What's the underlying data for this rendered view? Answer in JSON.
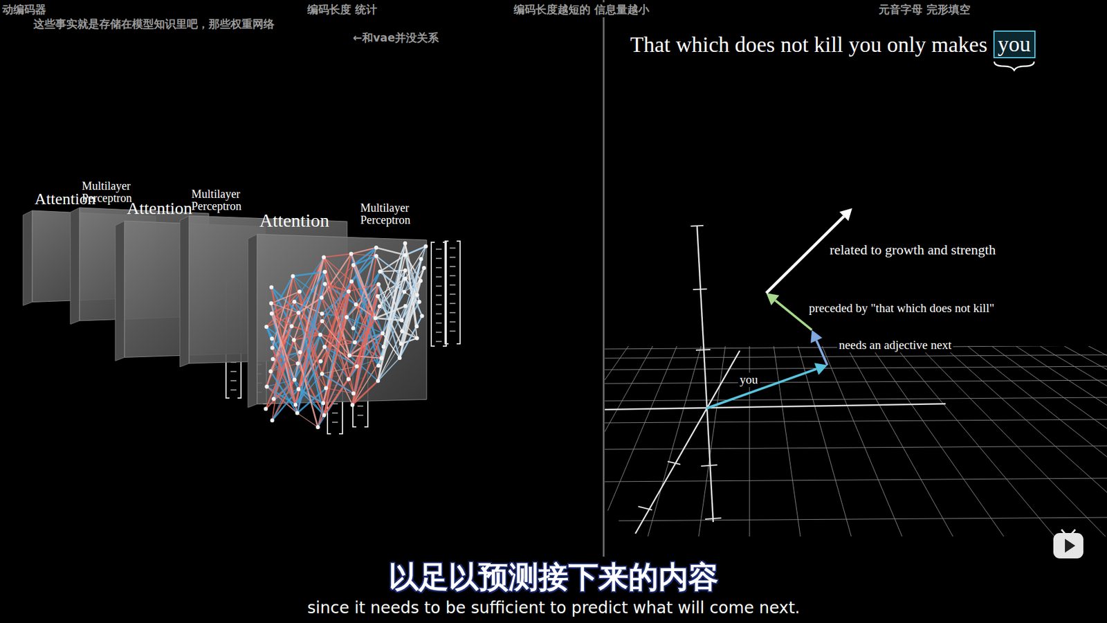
{
  "diagram": {
    "nodes": [
      {
        "text": [
          "Attention"
        ]
      },
      {
        "text": [
          "Multilayer Perceptron"
        ]
      },
      {
        "text": [
          "Attention"
        ]
      },
      {
        "text": [
          "Multilayer Perceptron"
        ]
      },
      {
        "text": [
          "Attention"
        ]
      },
      {
        "text": [
          "Multilayer Perceptron"
        ]
      },
      {
        "text": [
          "you"
        ]
      }
    ],
    "labels": [
      "动编码器",
      "编码长度 统计",
      "编码长度越短的 信息量越小",
      "元音字母 完形填空",
      "这些事实就是存储在模型知识里吧，那些权重网络",
      "←和vae并没关系",
      "That which does not kill you only makes",
      "related to growth and strength",
      "preceded by \"that which does not kill\"",
      "needs an adjective next",
      "you",
      "以足以预测接下来的内容",
      "since it needs to be sufficient to predict what will come next."
    ]
  }
}
